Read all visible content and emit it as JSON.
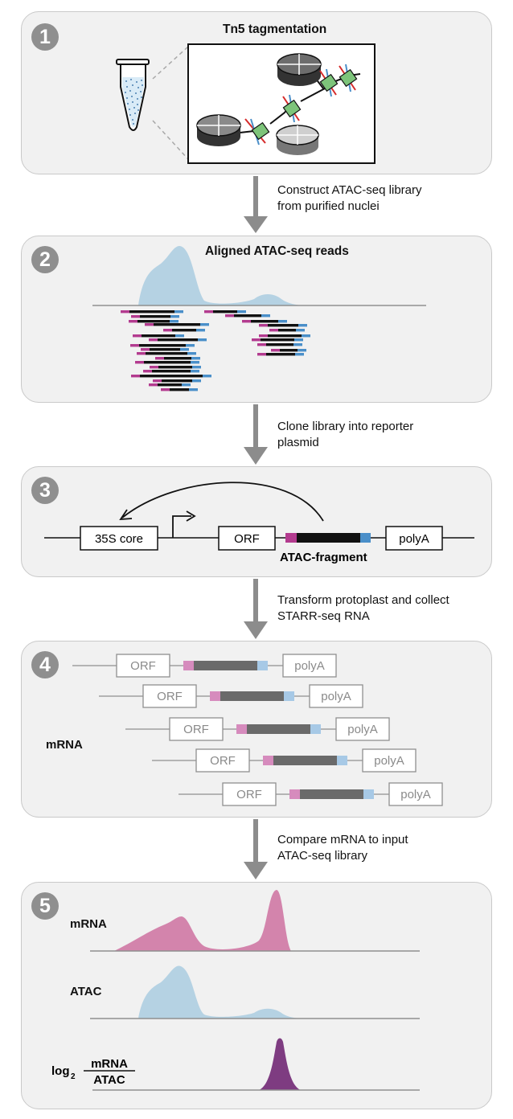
{
  "panels": [
    {
      "number": "1",
      "title": "Tn5 tagmentation"
    },
    {
      "number": "2",
      "title": "Aligned ATAC-seq reads"
    },
    {
      "number": "3",
      "title": "",
      "labels": {
        "promoter": "35S core",
        "orf": "ORF",
        "fragment": "ATAC-fragment",
        "polya": "polyA"
      }
    },
    {
      "number": "4",
      "title": "",
      "side_label": "mRNA",
      "labels": {
        "orf": "ORF",
        "polya": "polyA"
      }
    },
    {
      "number": "5",
      "title": "",
      "track_labels": {
        "mrna": "mRNA",
        "atac": "ATAC",
        "log_prefix": "log",
        "log_sub": "2",
        "ratio_num": "mRNA",
        "ratio_den": "ATAC"
      }
    }
  ],
  "steps": [
    {
      "text": "Construct ATAC-seq library from purified nuclei"
    },
    {
      "text": "Clone library into reporter plasmid"
    },
    {
      "text": "Transform protoplast and collect STARR-seq RNA"
    },
    {
      "text": "Compare mRNA to input ATAC-seq library"
    }
  ],
  "colors": {
    "panel_bg": "#f1f1f1",
    "badge": "#8f8f8f",
    "arrow": "#8c8c8c",
    "atac_blue": "#b5d2e3",
    "mrna_pink": "#d384ac",
    "ratio_purple": "#7e3c81",
    "adapter_magenta": "#b33b8f",
    "adapter_blue": "#4a8fc9",
    "light_magenta": "#d68bbd",
    "light_blue": "#a7c9e6",
    "fragment_gray": "#6a6a6a"
  },
  "icons": [
    "tube-icon",
    "tn5-complex-icon",
    "arrow-down-icon",
    "transcription-arrow-icon"
  ]
}
